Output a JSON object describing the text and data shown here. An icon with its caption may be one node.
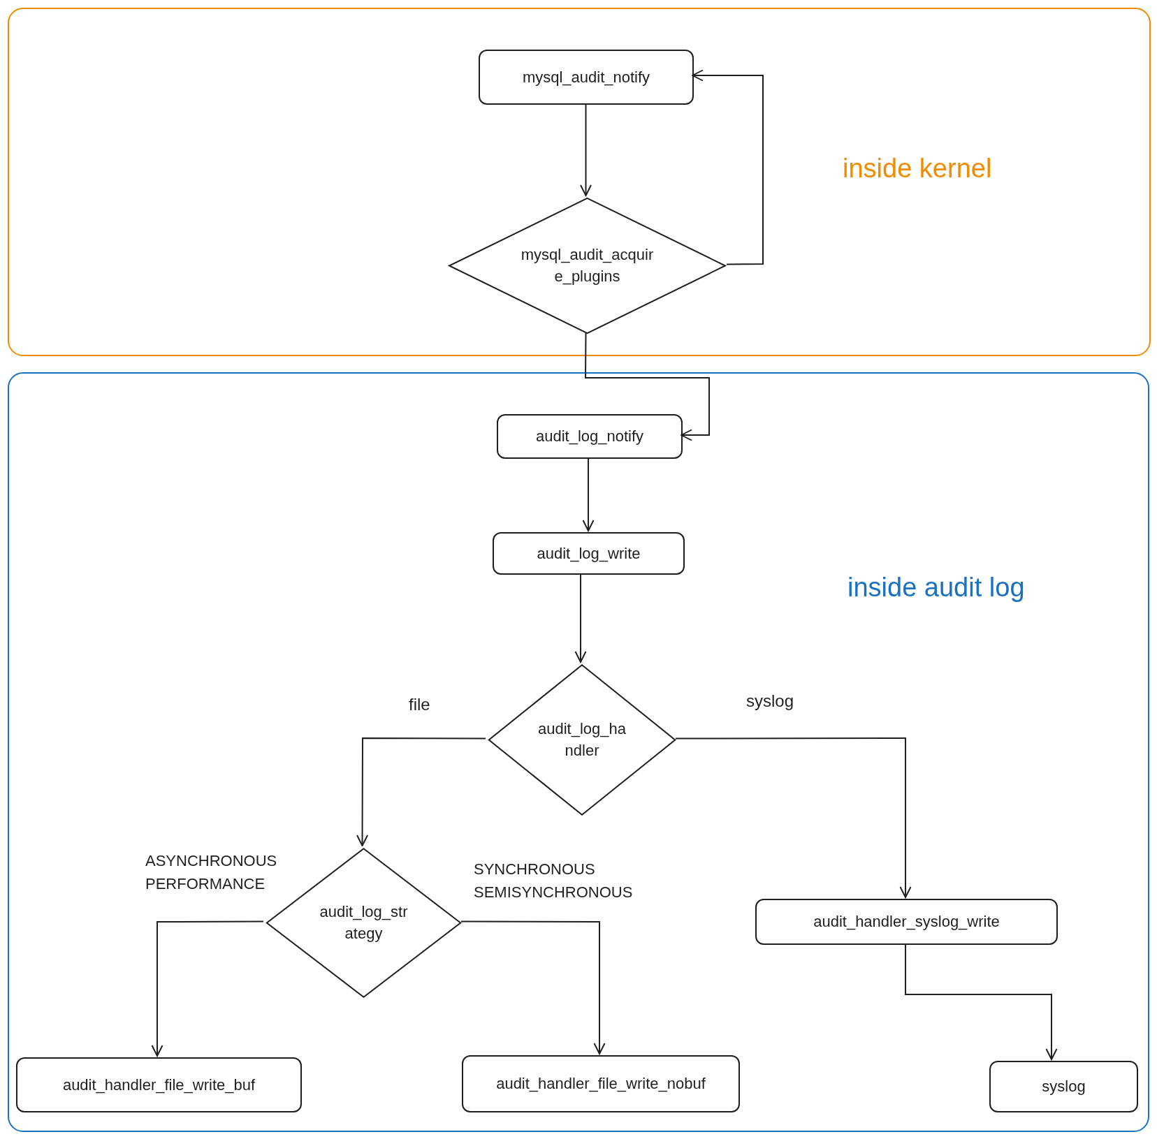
{
  "diagram": {
    "nodes": [
      {
        "text": [
          "inside kernel"
        ]
      },
      {
        "text": [
          "mysql_audit_notify"
        ],
        "in": 0
      },
      {
        "text": [
          "mysql_audit_acquire_plugins"
        ],
        "in": 0
      },
      {
        "text": [
          "inside audit log"
        ]
      },
      {
        "text": [
          "audit_log_notify"
        ],
        "in": 3
      },
      {
        "text": [
          "audit_log_write"
        ],
        "in": 3
      },
      {
        "text": [
          "audit_log_handler"
        ],
        "in": 3
      },
      {
        "text": [
          "audit_log_strategy"
        ],
        "in": 3
      },
      {
        "text": [
          "audit_handler_syslog_write"
        ],
        "in": 3
      },
      {
        "text": [
          "audit_handler_file_write_buf"
        ],
        "in": 3
      },
      {
        "text": [
          "audit_handler_file_write_nobuf"
        ],
        "in": 3
      },
      {
        "text": [
          "syslog"
        ],
        "in": 3
      }
    ],
    "edges": [
      {
        "from": 1,
        "to": 2,
        "arrow": "to"
      },
      {
        "from": 2,
        "to": 1,
        "arrow": "to"
      },
      {
        "from": 2,
        "to": 4,
        "arrow": "to"
      },
      {
        "from": 4,
        "to": 5,
        "arrow": "to"
      },
      {
        "from": 5,
        "to": 6,
        "arrow": "to"
      },
      {
        "from": 6,
        "to": 7,
        "arrow": "to",
        "label": "file"
      },
      {
        "from": 6,
        "to": 8,
        "arrow": "to",
        "label": "syslog"
      },
      {
        "from": 7,
        "to": 9,
        "arrow": "to",
        "label": "ASYNCHRONOUS PERFORMANCE"
      },
      {
        "from": 7,
        "to": 10,
        "arrow": "to",
        "label": "SYNCHRONOUS SEMISYNCHRONOUS"
      },
      {
        "from": 8,
        "to": 11,
        "arrow": "to"
      }
    ]
  }
}
